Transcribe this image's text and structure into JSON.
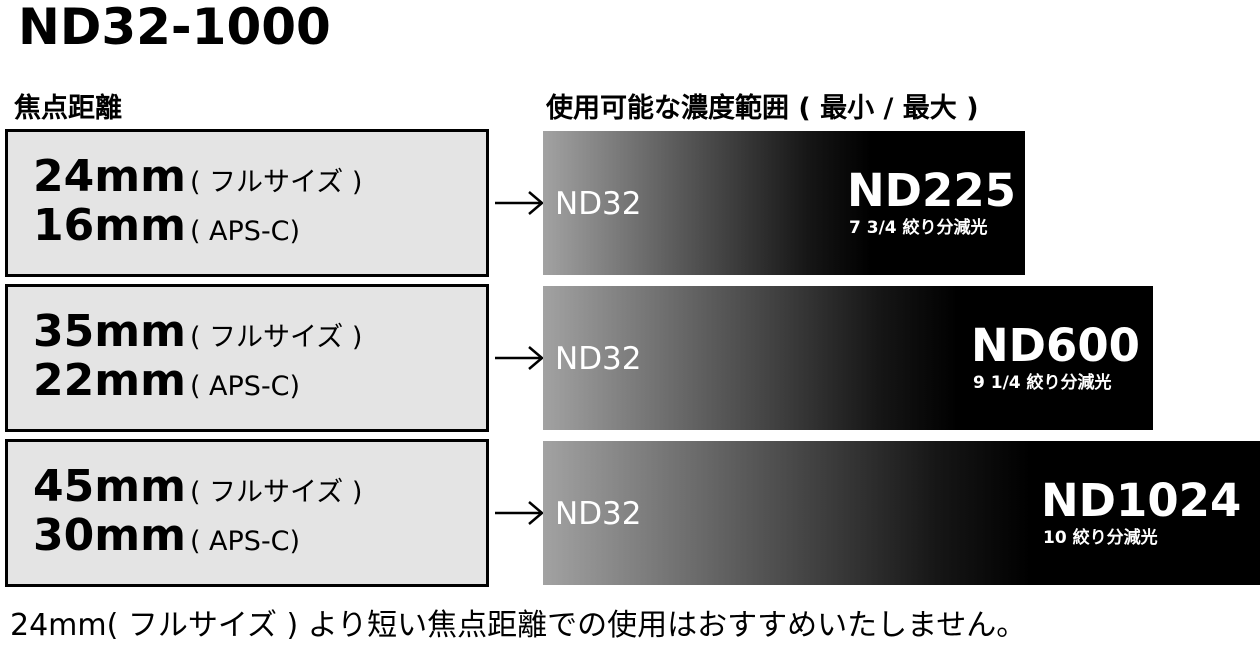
{
  "title": "ND32-1000",
  "headings": {
    "focal_length": "焦点距離",
    "density_range": "使用可能な濃度範囲 ( 最小 / 最大 )"
  },
  "rows": [
    {
      "full_frame_mm": "24mm",
      "full_frame_label": "( フルサイズ )",
      "apsc_mm": "16mm",
      "apsc_label": "( APS-C)",
      "min": "ND32",
      "max": "ND225",
      "stops": "7 3/4 絞り分減光"
    },
    {
      "full_frame_mm": "35mm",
      "full_frame_label": "( フルサイズ )",
      "apsc_mm": "22mm",
      "apsc_label": "( APS-C)",
      "min": "ND32",
      "max": "ND600",
      "stops": "9 1/4 絞り分減光"
    },
    {
      "full_frame_mm": "45mm",
      "full_frame_label": "( フルサイズ )",
      "apsc_mm": "30mm",
      "apsc_label": "( APS-C)",
      "min": "ND32",
      "max": "ND1024",
      "stops": "10 絞り分減光"
    }
  ],
  "note": "24mm( フルサイズ ) より短い焦点距離での使用はおすすめいたしません。",
  "colors": {
    "box_fill": "#e4e4e4",
    "bar_light": "#a2a2a2",
    "bar_dark": "#000000"
  },
  "icons": [
    "right-arrow-icon"
  ]
}
